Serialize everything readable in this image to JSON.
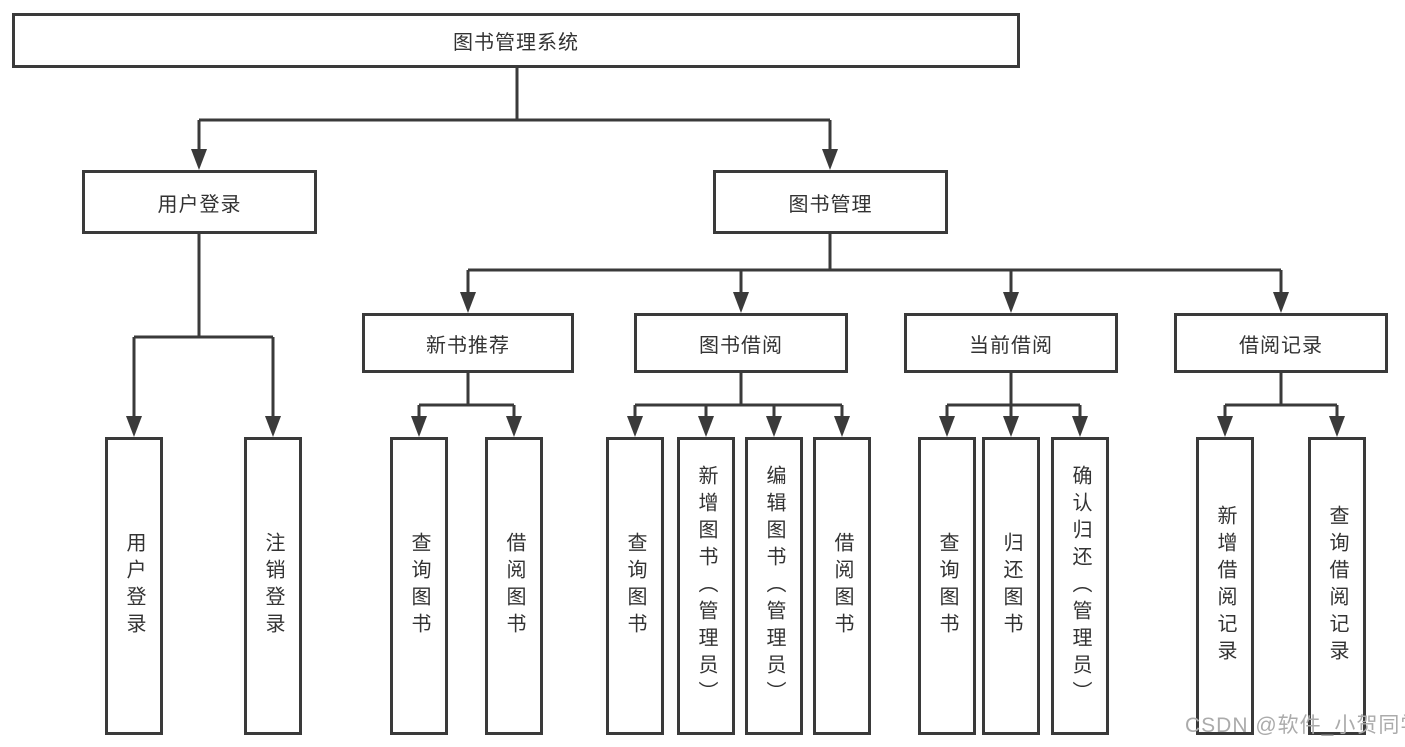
{
  "tree": {
    "root": "图书管理系统",
    "user_login": {
      "label": "用户登录",
      "children": [
        "用户登录",
        "注销登录"
      ]
    },
    "book_mgmt": {
      "label": "图书管理",
      "modules": [
        {
          "label": "新书推荐",
          "children": [
            "查询图书",
            "借阅图书"
          ]
        },
        {
          "label": "图书借阅",
          "children": [
            "查询图书",
            "新增图书（管理员）",
            "编辑图书（管理员）",
            "借阅图书"
          ]
        },
        {
          "label": "当前借阅",
          "children": [
            "查询图书",
            "归还图书",
            "确认归还（管理员）"
          ]
        },
        {
          "label": "借阅记录",
          "children": [
            "新增借阅记录",
            "查询借阅记录"
          ]
        }
      ]
    }
  },
  "watermark": "CSDN @软件_小贺同学",
  "colors": {
    "line": "#3a3a3a",
    "box_border": "#3a3a3a",
    "text": "#333333",
    "watermark": "#ababab",
    "background": "#ffffff"
  }
}
